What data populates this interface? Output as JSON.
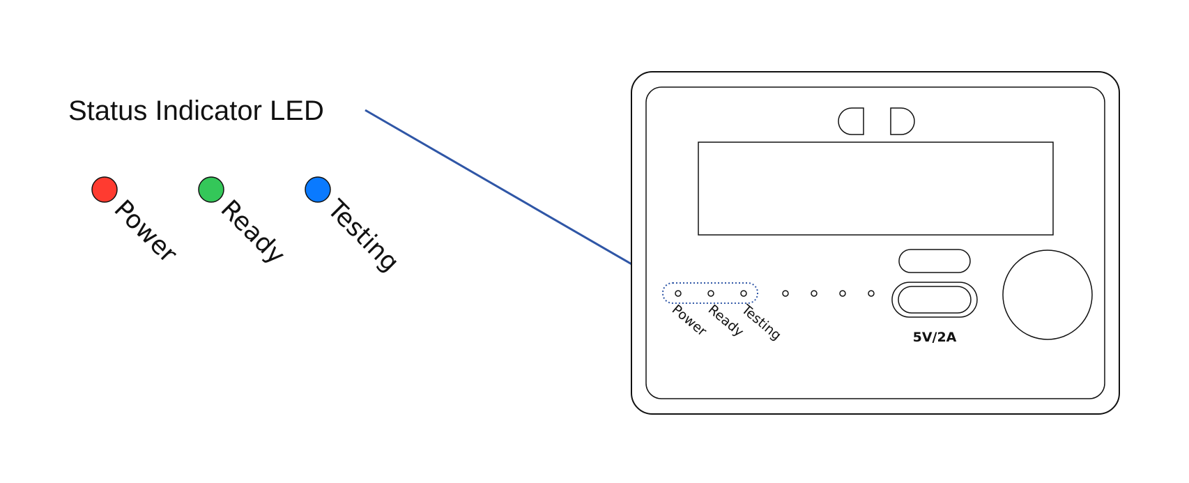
{
  "callout": {
    "title": "Status Indicator LED",
    "line_color": "#2f56a6"
  },
  "legend": [
    {
      "label": "Power",
      "color": "#ff3b30"
    },
    {
      "label": "Ready",
      "color": "#34c759"
    },
    {
      "label": "Testing",
      "color": "#0a7aff"
    }
  ],
  "device": {
    "led_labels": [
      "Power",
      "Ready",
      "Testing"
    ],
    "port_label": "5V/2A",
    "highlight_color": "#2f56a6"
  }
}
